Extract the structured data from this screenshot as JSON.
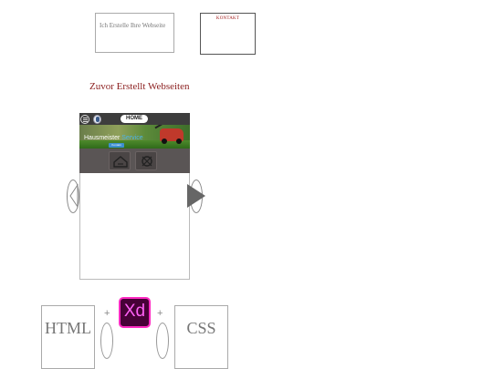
{
  "top_box": {
    "label": "Ich Erstelle Ihre Webseite"
  },
  "contact_box": {
    "label": "KONTAKT"
  },
  "section": {
    "title": "Zuvor Erstellt Webseiten"
  },
  "mockup": {
    "home_label": "HOME",
    "hero_text_1": "Hausmeister",
    "hero_text_2": "Service",
    "hero_button": "Kontakt",
    "icons": [
      "menu-icon",
      "microphone-icon",
      "lawnmower-icon",
      "tools-icon"
    ]
  },
  "slider": {
    "prev_icon": "chevron-left-icon",
    "next_icon": "play-right-icon"
  },
  "tech": {
    "html_label": "HTML",
    "plus": "+",
    "xd_label": "Xd",
    "css_label": "CSS"
  },
  "colors": {
    "title_red": "#8b1e1e",
    "contact_red": "#a01818",
    "xd_bg": "#470137",
    "xd_pink": "#ff61f6"
  }
}
